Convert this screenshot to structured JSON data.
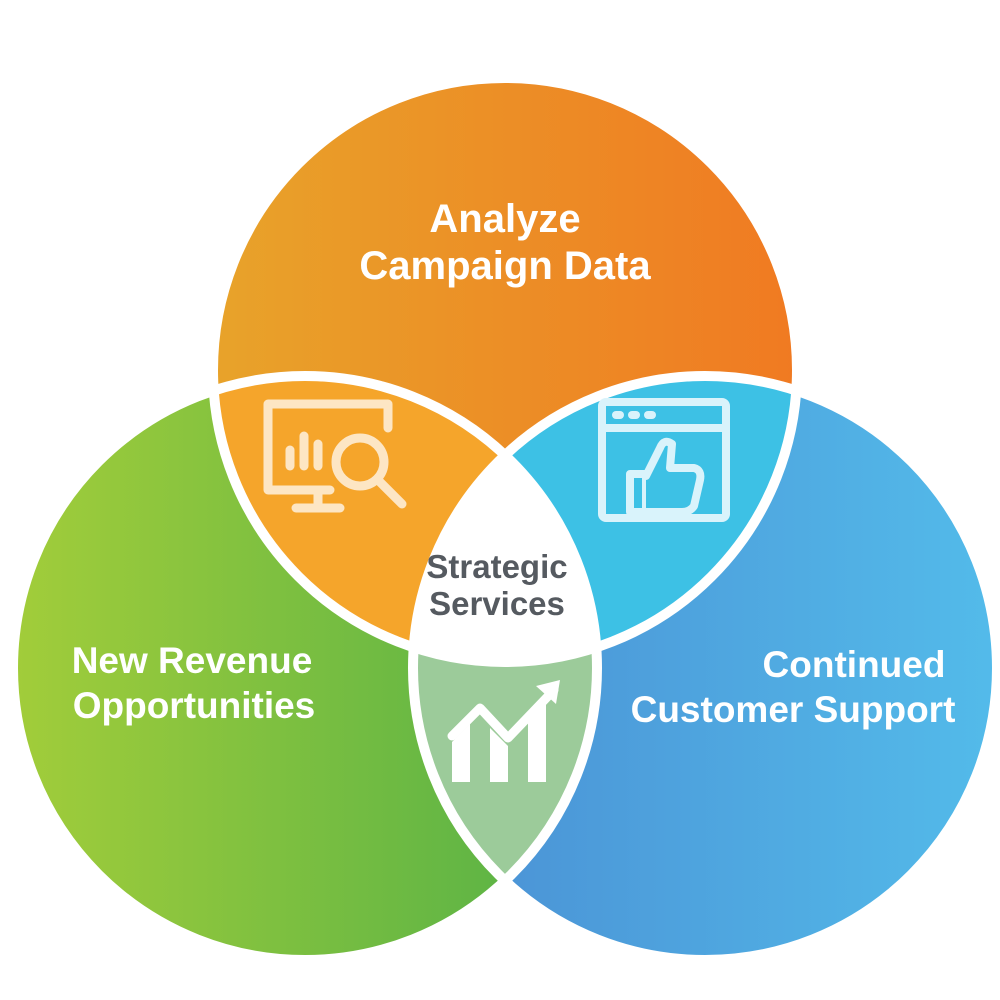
{
  "diagram": {
    "type": "venn",
    "circles": [
      {
        "id": "top",
        "lines": [
          "Analyze",
          "Campaign Data"
        ],
        "gradient": [
          "#e8a32a",
          "#f07a22"
        ]
      },
      {
        "id": "left",
        "lines": [
          "New Revenue",
          "Opportunities"
        ],
        "gradient": [
          "#9ccb3c",
          "#55b146"
        ]
      },
      {
        "id": "right",
        "lines": [
          "Continued",
          "Customer Support"
        ],
        "gradient": [
          "#4a8fd4",
          "#52b8e9"
        ]
      }
    ],
    "center": {
      "lines": [
        "Strategic",
        "Services"
      ],
      "color": "#555a60"
    },
    "overlaps": [
      {
        "id": "top-left",
        "color": "#f5a52b",
        "icon": "analytics-search-icon"
      },
      {
        "id": "top-right",
        "color": "#3dc1e5",
        "icon": "thumbs-up-browser-icon"
      },
      {
        "id": "left-right",
        "color": "#9ccb9a",
        "icon": "growth-chart-icon"
      }
    ]
  }
}
